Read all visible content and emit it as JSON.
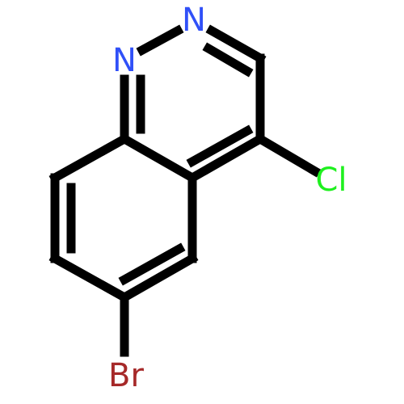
{
  "atoms": [
    {
      "id": "N1",
      "label": "N",
      "color": "#3050F8"
    },
    {
      "id": "N2",
      "label": "N",
      "color": "#3050F8"
    },
    {
      "id": "Cl",
      "label": "Cl",
      "color": "#1FF01F"
    },
    {
      "id": "Br",
      "label": "Br",
      "color": "#A62929"
    }
  ],
  "bond_color": "#000000",
  "background": "#FFFFFF"
}
